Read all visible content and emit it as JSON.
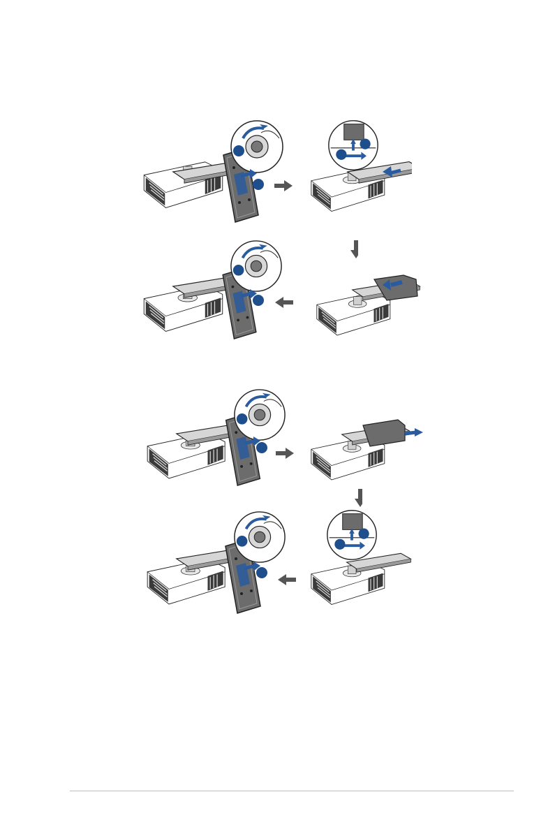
{
  "figures": [
    {
      "name": "attach-sequence",
      "panels": [
        {
          "id": "p1",
          "view": "stand-with-vesa-plate",
          "steps_marked": 2
        },
        {
          "id": "p2",
          "view": "stand-arm-lock-detail",
          "steps_marked": 2
        },
        {
          "id": "p3",
          "view": "stand-arm-slide-in",
          "steps_marked": 0
        },
        {
          "id": "p4",
          "view": "stand-with-vesa-plate",
          "steps_marked": 2
        }
      ],
      "flow": [
        "right",
        "down",
        "left"
      ]
    },
    {
      "name": "detach-sequence",
      "panels": [
        {
          "id": "p5",
          "view": "stand-with-vesa-plate",
          "steps_marked": 2
        },
        {
          "id": "p6",
          "view": "stand-arm-slide-out",
          "steps_marked": 0
        },
        {
          "id": "p7",
          "view": "stand-arm-lock-detail",
          "steps_marked": 2
        },
        {
          "id": "p8",
          "view": "stand-with-vesa-plate",
          "steps_marked": 2
        }
      ],
      "flow": [
        "right",
        "down",
        "left"
      ]
    }
  ],
  "colors": {
    "accent_blue": "#2a5b9e",
    "marker_blue": "#1f4e8c",
    "arrow_gray": "#555555",
    "line": "#222222",
    "base_dark": "#3a3a3a",
    "base_stripe": "#dcdcdc",
    "plate": "#6c6c6c",
    "arm": "#8a8a8a"
  }
}
